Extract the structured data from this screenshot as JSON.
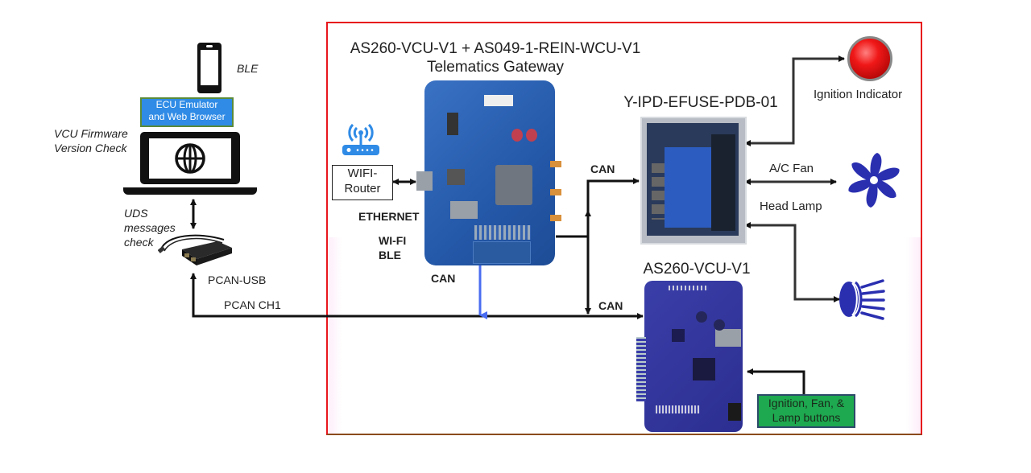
{
  "diagram": {
    "gateway_title_line1": "AS260-VCU-V1 + AS049-1-REIN-WCU-V1",
    "gateway_title_line2": "Telematics Gateway",
    "pdb_title": "Y-IPD-EFUSE-PDB-01",
    "vcu_title": "AS260-VCU-V1",
    "phone_label": "BLE",
    "emulator_box_line1": "ECU Emulator",
    "emulator_box_line2": "and Web Browser",
    "firmware_check_line1": "VCU Firmware",
    "firmware_check_line2": "Version Check",
    "uds_line1": "UDS",
    "uds_line2": "messages",
    "uds_line3": "check",
    "pcan_usb_label": "PCAN-USB",
    "pcan_ch1_label": "PCAN CH1",
    "wifi_router_line1": "WIFI-",
    "wifi_router_line2": "Router",
    "ethernet_label": "ETHERNET",
    "wifi_label": "WI-FI",
    "ble_label": "BLE",
    "can_gateway_label": "CAN",
    "can_pdb_label": "CAN",
    "can_vcu_label": "CAN",
    "ignition_indicator_label": "Ignition Indicator",
    "ac_fan_label": "A/C Fan",
    "head_lamp_label": "Head Lamp",
    "buttons_box_line1": "Ignition, Fan, &",
    "buttons_box_line2": "Lamp buttons"
  },
  "colors": {
    "frame_border": "#e8161c",
    "emulator_box": "#2f8be6",
    "buttons_box": "#1ea850",
    "fan_lamp_icon": "#2a2fb0",
    "wifi_icon": "#2f8be6",
    "indicator": "#e21010",
    "can_down_arrow": "#4a6cf0"
  }
}
